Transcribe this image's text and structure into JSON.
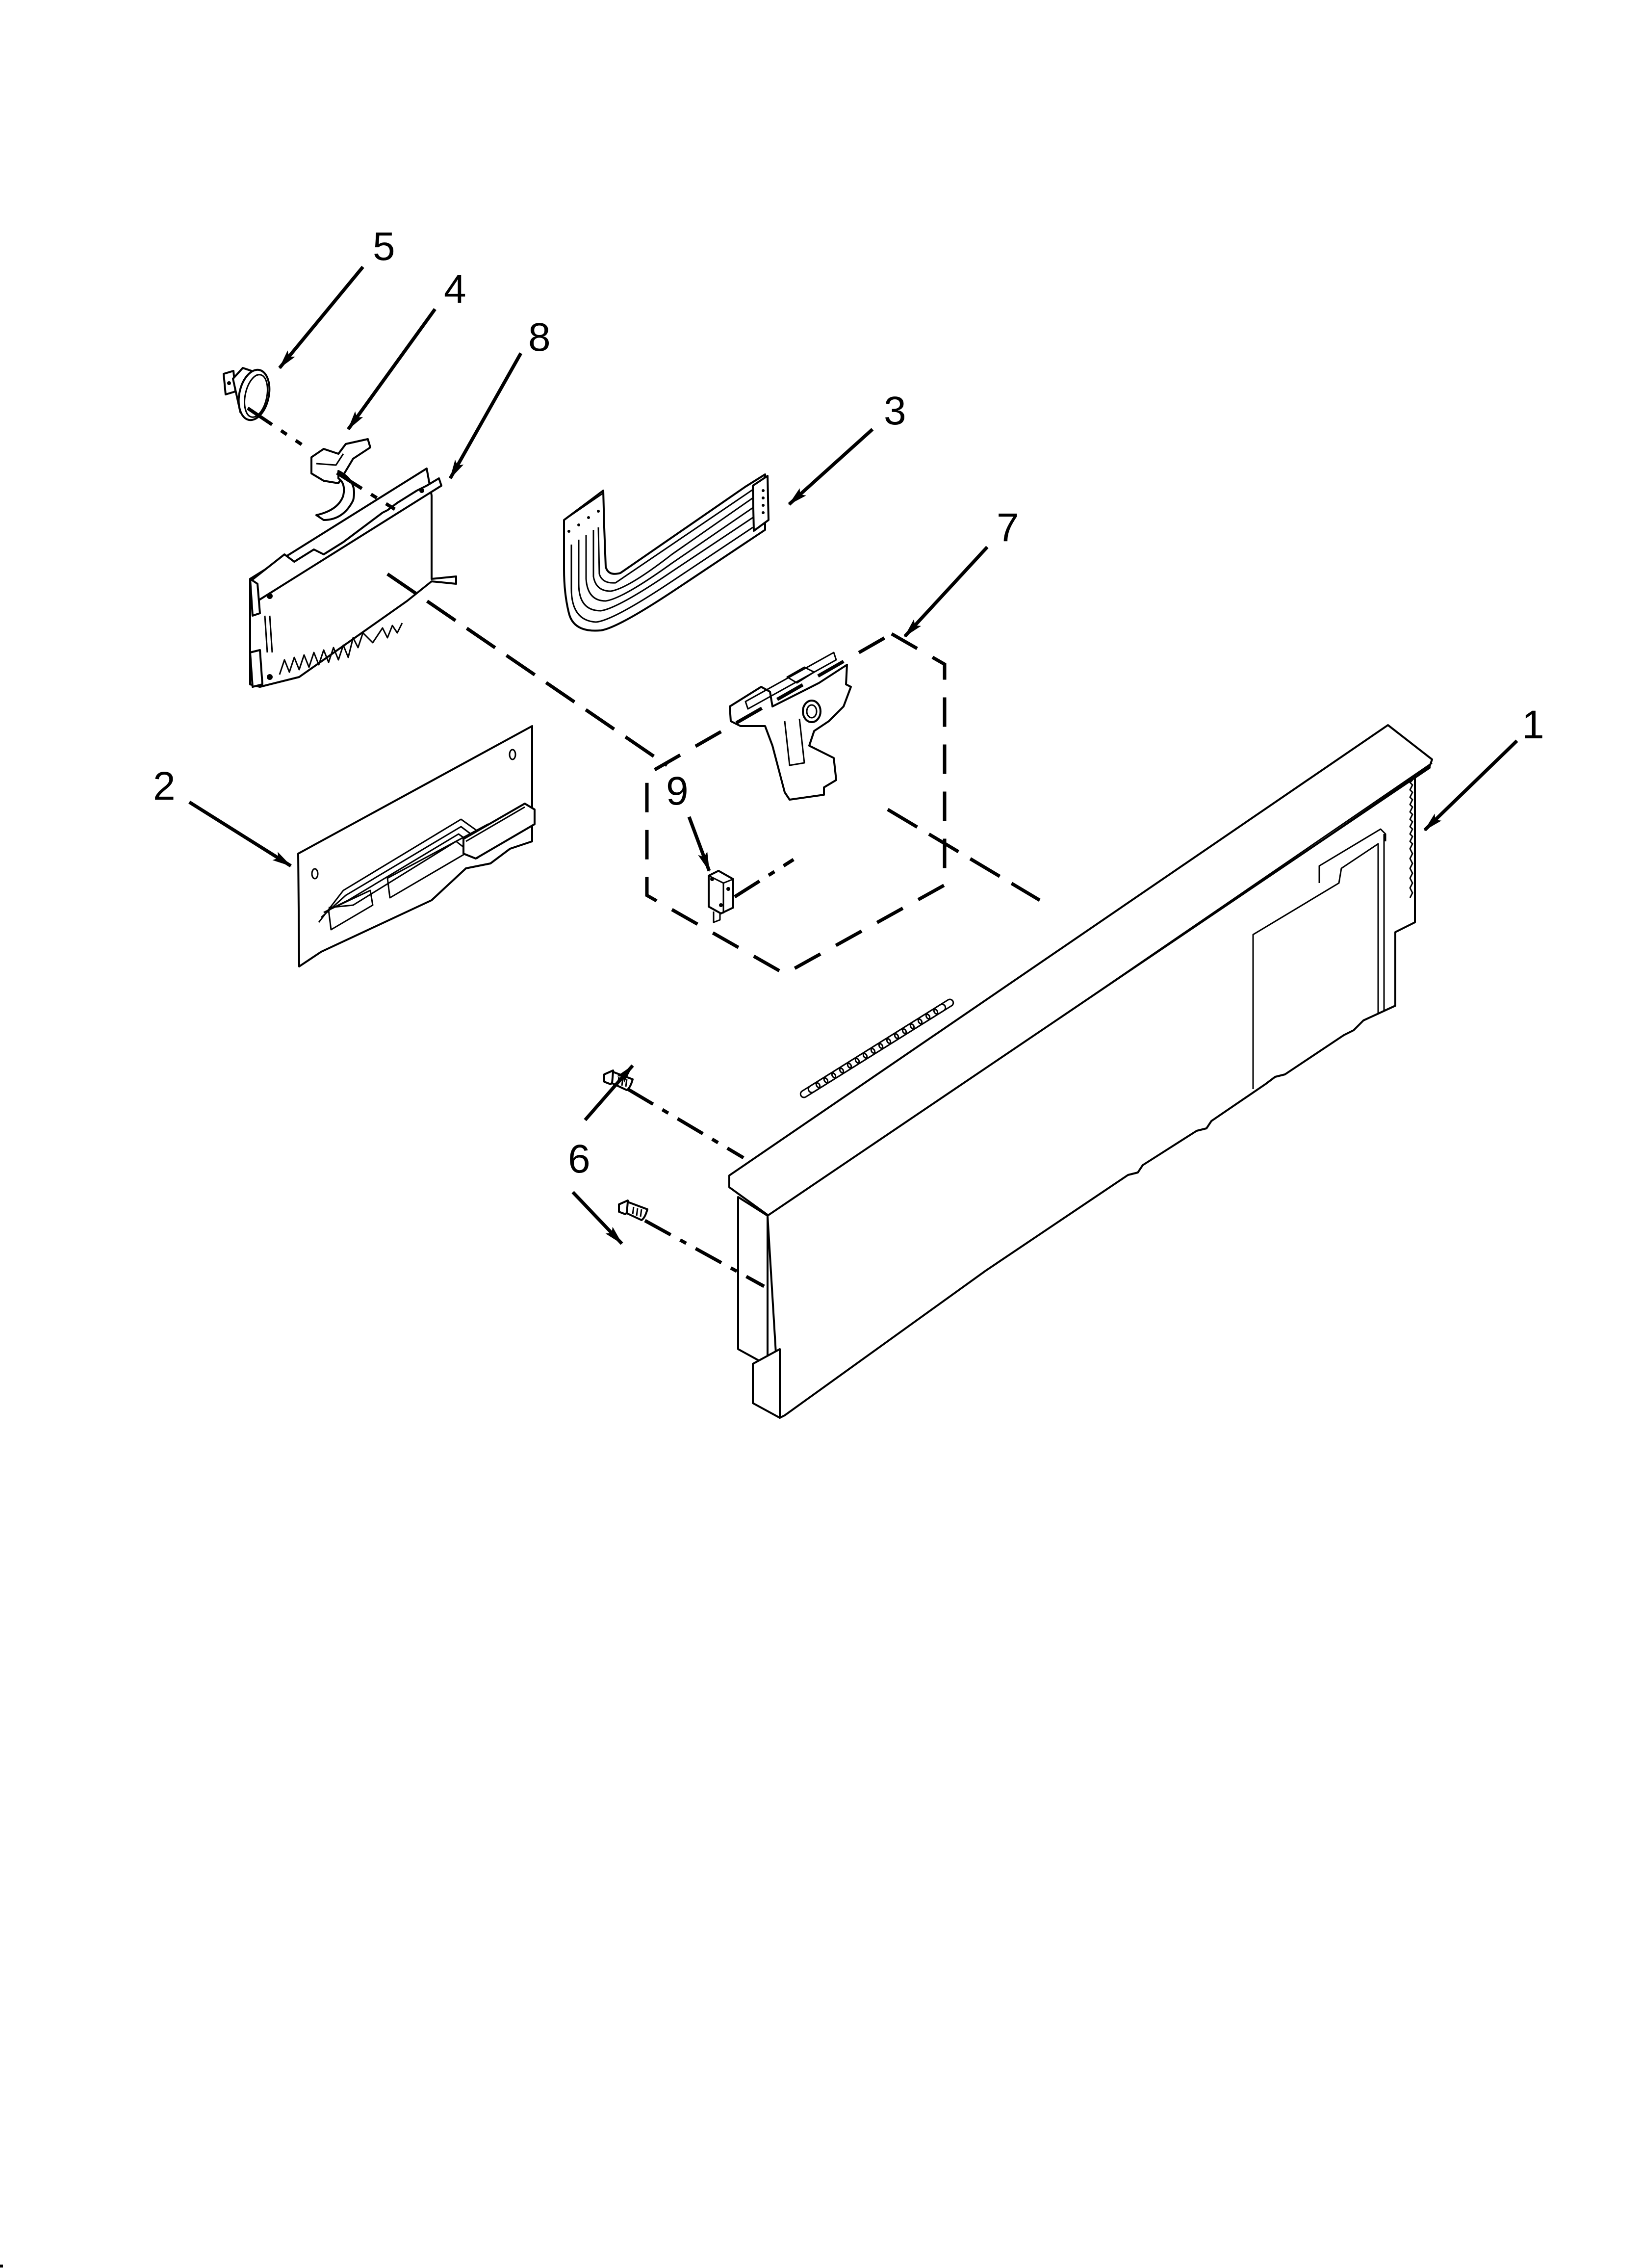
{
  "diagram": {
    "type": "exploded-parts-view",
    "background": "#ffffff",
    "line_color": "#000000",
    "callouts": [
      {
        "id": "1",
        "label": "1",
        "part": "console-panel"
      },
      {
        "id": "2",
        "label": "2",
        "part": "interface-circuit-board"
      },
      {
        "id": "3",
        "label": "3",
        "part": "ribbon-wire-harness"
      },
      {
        "id": "4",
        "label": "4",
        "part": "sensor-clip"
      },
      {
        "id": "5",
        "label": "5",
        "part": "thermistor-sensor"
      },
      {
        "id": "6",
        "label": "6",
        "part": "mounting-screws"
      },
      {
        "id": "7",
        "label": "7",
        "part": "door-latch-assembly"
      },
      {
        "id": "8",
        "label": "8",
        "part": "control-board"
      },
      {
        "id": "9",
        "label": "9",
        "part": "micro-switch"
      }
    ]
  }
}
